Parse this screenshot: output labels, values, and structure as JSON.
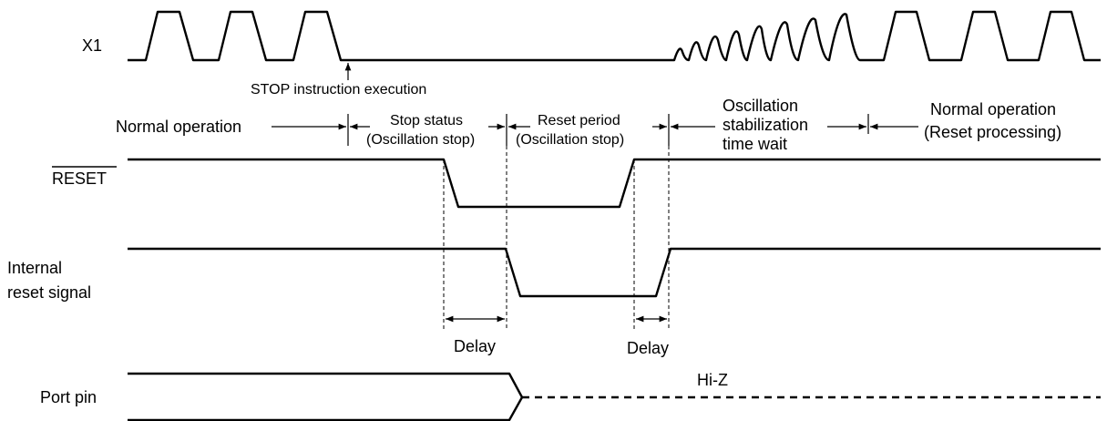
{
  "signals": {
    "x1": "X1",
    "reset": "RESET",
    "internal_reset_line1": "Internal",
    "internal_reset_line2": "reset signal",
    "port_pin": "Port pin"
  },
  "annotations": {
    "stop_instruction": "STOP instruction execution",
    "hi_z": "Hi-Z",
    "delay": "Delay"
  },
  "phases": {
    "normal_operation": "Normal operation",
    "stop_status_line1": "Stop status",
    "stop_status_line2": "(Oscillation stop)",
    "reset_period_line1": "Reset period",
    "reset_period_line2": "(Oscillation stop)",
    "osc_wait_line1": "Oscillation",
    "osc_wait_line2": "stabilization",
    "osc_wait_line3": "time wait",
    "normal_reset_line1": "Normal operation",
    "normal_reset_line2": "(Reset processing)"
  }
}
